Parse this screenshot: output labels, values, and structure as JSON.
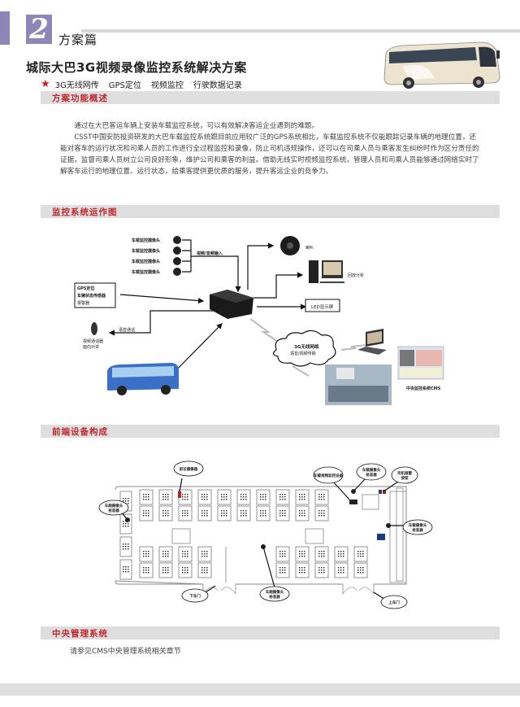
{
  "header": {
    "chapter_number": "2",
    "chapter_label": "方案篇",
    "title": "城际大巴3G视频录像监控系统解决方案",
    "features": [
      "3G无线网传",
      "GPS定位",
      "视频监控",
      "行驶数据记录"
    ],
    "accent_color": "#c0282d",
    "tab_color": "#8e86b8"
  },
  "sections": {
    "overview": {
      "heading": "方案功能概述",
      "paragraphs": [
        "通过在大巴客运车辆上安装车载监控系统，可以有效解决客运企业遇到的难题。",
        "CSST中国安防投资研发的大巴车载监控系统跟目前应用较广泛的GPS系统相比，车载监控系统不仅能跟踪记录车辆的地理位置，还能对客车的运行状况和司乘人员的工作进行全过程监控和录像，防止司机违规操作，还可以在司乘人员与乘客发生纠纷时作为区分责任的证据，监督司乘人员树立公司良好形象，维护公司和乘客的利益。借助无线实时视频监控系统，管理人员和司乘人员能够通过网络实时了解客车运行的地理位置、运行状态，给乘客提供更优质的服务，提升客运企业的竞争力。"
      ]
    },
    "operation": {
      "heading": "监控系统运作图",
      "cameras": [
        "车载监控摄像头",
        "车载监控摄像头",
        "车载监控摄像头",
        "车载监控摄像头"
      ],
      "av_input": "视频/音频输入",
      "sensor_box": [
        "GPS定位",
        "车辆状态传感器",
        "报警器"
      ],
      "voice_label": "语音通话",
      "handset_label": [
        "视频通话器",
        "面向对讲"
      ],
      "speaker_label": "喇叭",
      "pc_label": "回放分析",
      "led_label": "LED显示屏",
      "network_title": "3G无线网络",
      "network_sub": "语音/视频传输",
      "cms_label": "中央监控系统CMS"
    },
    "frontend": {
      "heading": "前端设备构成",
      "callouts": {
        "top_camera": "前位摄像器",
        "left_camera": [
          "车厢摄像头",
          "拾音器"
        ],
        "driver_camera": [
          "车载视频监控设备"
        ],
        "front_camera": [
          "车载摄像头",
          "拾音器"
        ],
        "driver_panel": [
          "司机报警",
          "按钮"
        ],
        "right_camera": [
          "车载摄像头",
          "拾音器"
        ],
        "mid_camera": [
          "车厢摄像头",
          "拾音器"
        ],
        "rear_door": "下车门",
        "front_door": "上车门"
      }
    },
    "cms": {
      "heading": "中央管理系统",
      "note": "请参见CMS中央管理系统相关章节"
    }
  }
}
